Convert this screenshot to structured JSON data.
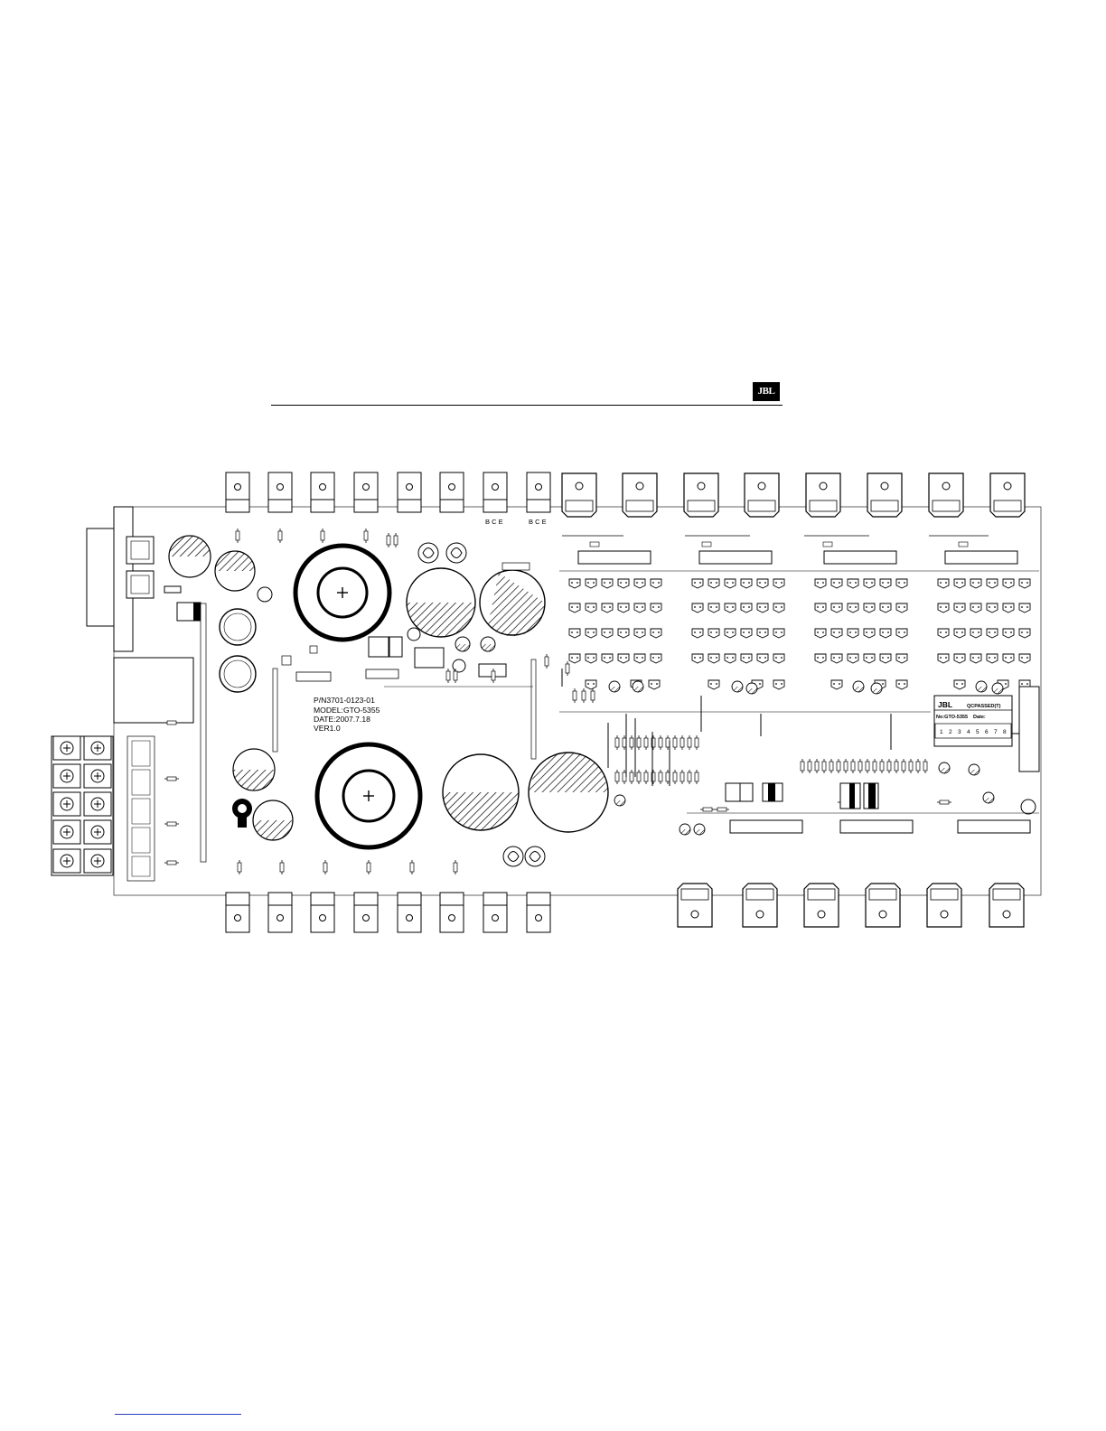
{
  "header": {
    "brand_logo": "JBL"
  },
  "board_info": {
    "part_number": "P/N3701-0123-01",
    "model": "MODEL:GTO-5355",
    "date": "DATE:2007.7.18",
    "version": "VER1.0"
  },
  "qc_label": {
    "brand": "JBL",
    "passed": "QCPASSED(T)",
    "model_line": "No:GTO-5355",
    "date_label": "Date:",
    "slots": [
      "1",
      "2",
      "3",
      "4",
      "5",
      "6",
      "7",
      "8"
    ]
  },
  "power_stage": {
    "bce_label": "B C E"
  },
  "colors": {
    "ink": "#000000",
    "paper": "#ffffff",
    "footer_line": "#2a3fbf"
  },
  "icons": [
    "jbl-logo",
    "plus-mark-icon",
    "mounting-hole-icon"
  ]
}
